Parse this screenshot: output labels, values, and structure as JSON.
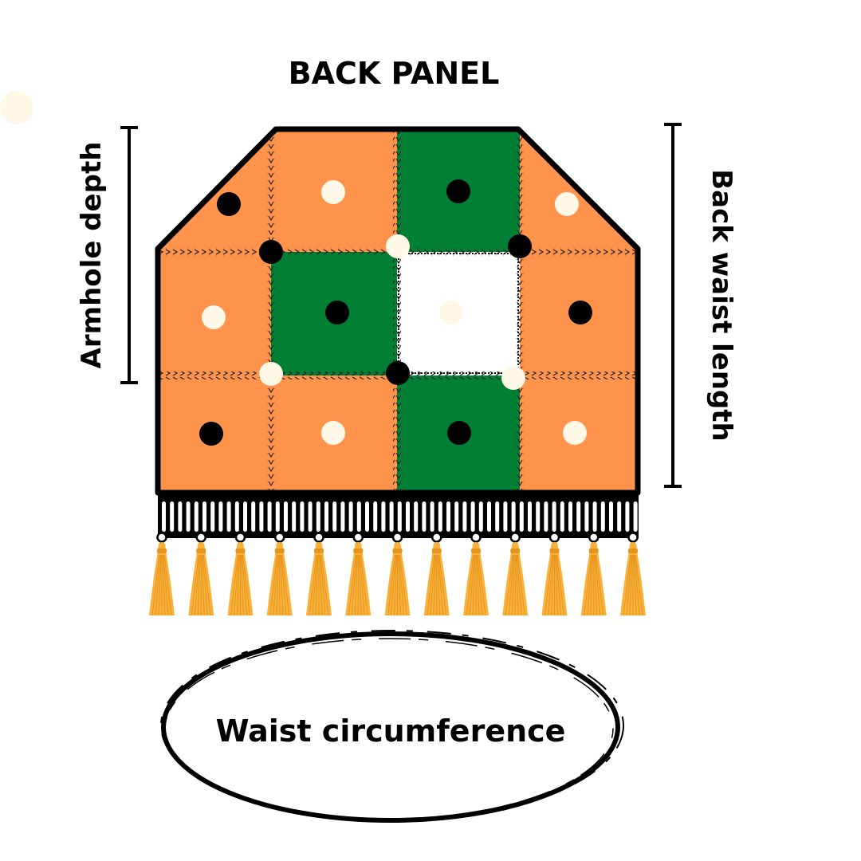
{
  "diagram": {
    "title": "BACK PANEL",
    "left_label": "Armhole depth",
    "right_label": "Back waist length",
    "bottom_label": "Waist circumference",
    "colors": {
      "orange": "#FF934B",
      "green": "#017F35",
      "white": "#FFFFFF",
      "outline": "#000000",
      "dot_dark": "#000000",
      "dot_light": "#FFF8E6",
      "tassel": "#F8B23C"
    },
    "grid": [
      [
        "orange",
        "orange",
        "green",
        "orange"
      ],
      [
        "orange",
        "green",
        "white",
        "orange"
      ],
      [
        "orange",
        "orange",
        "green",
        "orange"
      ]
    ],
    "tassel_count": 13
  }
}
